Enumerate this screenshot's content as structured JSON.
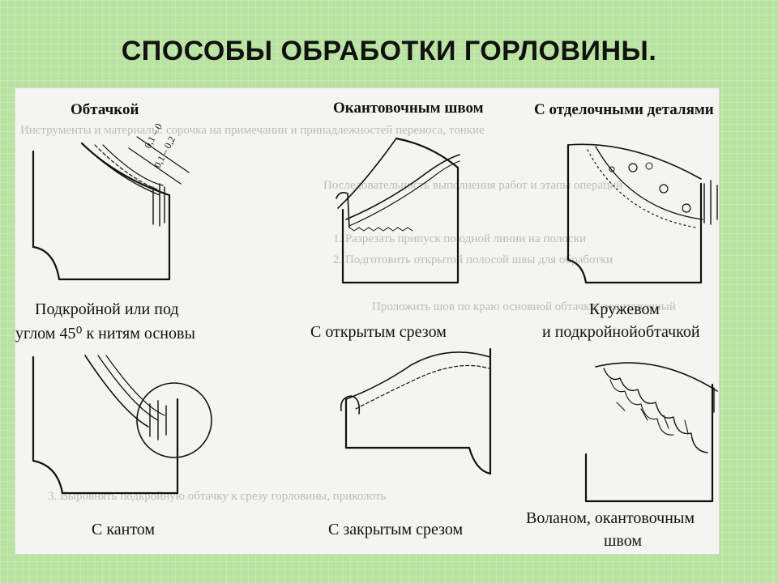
{
  "title": "СПОСОБЫ ОБРАБОТКИ ГОРЛОВИНЫ.",
  "headers": {
    "facing": "Обтачкой",
    "binding": "Окантовочным швом",
    "trim": "С отделочными деталями"
  },
  "captions": {
    "bias_line1": "Подкройной или под",
    "bias_line2": "углом 45⁰ к нитям  основы",
    "open_edge": "С открытым срезом",
    "lace_line1": "Кружевом",
    "lace_line2": "и подкройнойобтачкой",
    "piping": "С кантом",
    "closed_edge": "С закрытым срезом",
    "frill_line1": "Воланом, окантовочным",
    "frill_line2": "швом"
  },
  "dimensions": {
    "d1": "0,1 – 0",
    "d2": "0,1 – 0,2"
  },
  "background_text": [
    "Инструменты и материалы: сорочка на примечании и принадлежностей переноса, тонкие",
    "Последовательность выполнения работ и этапы операций",
    "1. Разрезать припуск по одной линии на полоски",
    "2. Подготовить открытой полосой швы для обработки",
    "Проложить шов по краю основной обтачки, окантовочный",
    "3. Выровнять подкройную обтачку к срезу горловины, приколоть"
  ],
  "colors": {
    "background": "#b9e3a0",
    "plate": "#f4f4f1",
    "ink": "#111111"
  }
}
